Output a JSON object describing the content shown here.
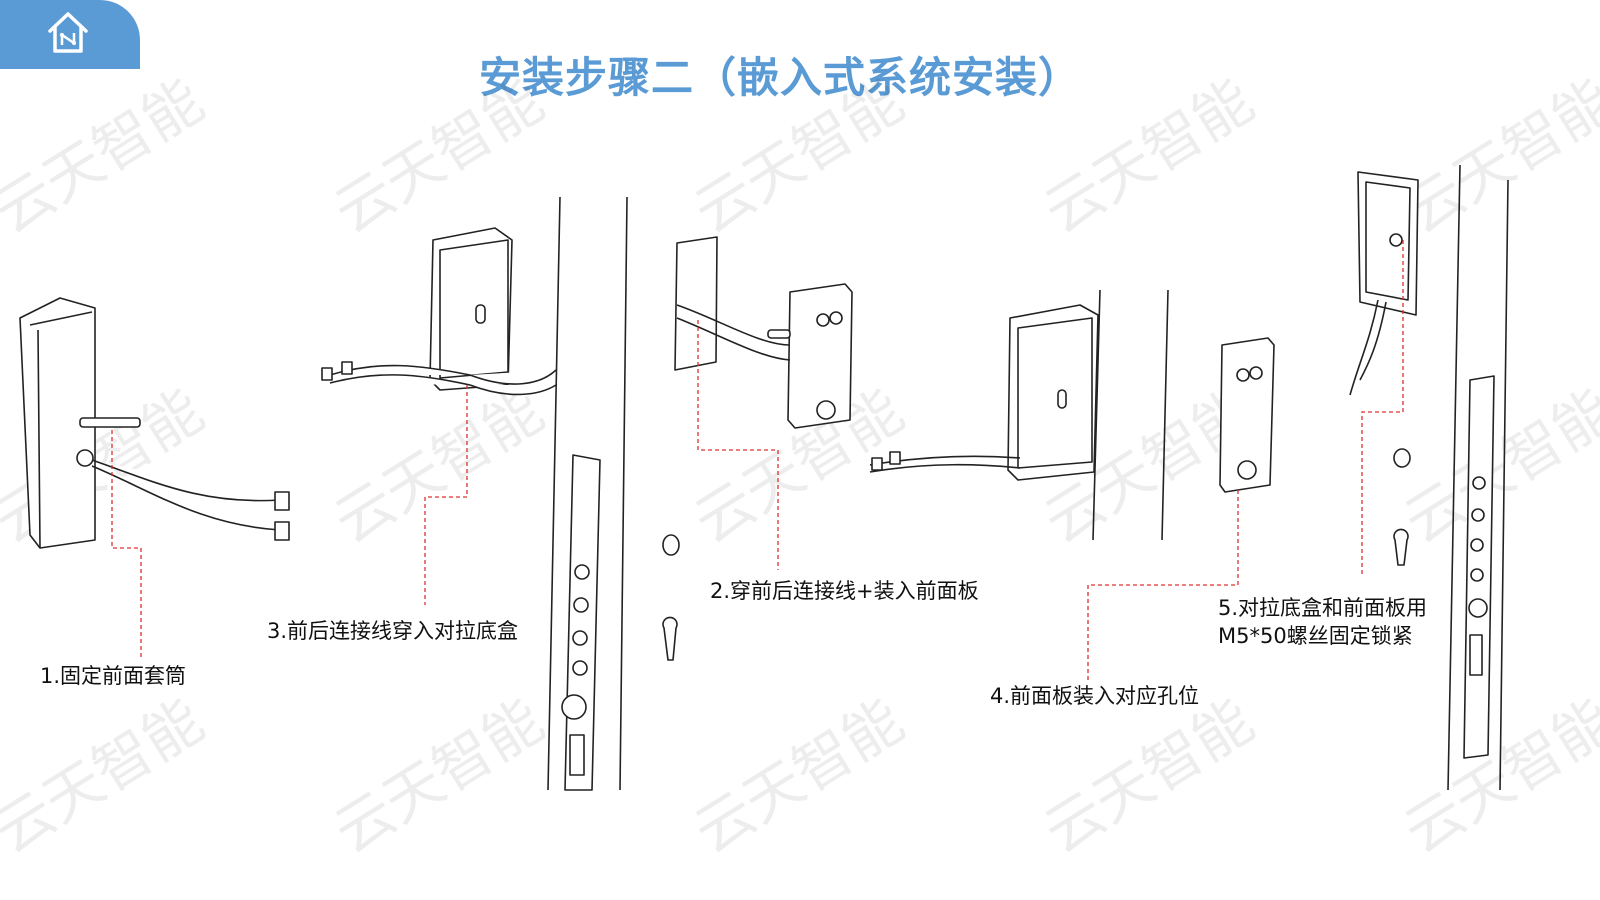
{
  "header": {
    "logo_icon": "smart-home-house-icon",
    "title": "安装步骤二（嵌入式系统安装）",
    "accent_color": "#5b9bd5"
  },
  "watermark": "云天智能",
  "steps": [
    {
      "label": "1.固定前面套筒"
    },
    {
      "label": "2.穿前后连接线+装入前面板"
    },
    {
      "label": "3.前后连接线穿入对拉底盒"
    },
    {
      "label": "4.前面板装入对应孔位"
    },
    {
      "label": "5.对拉底盒和前面板用",
      "label_line2": "M5*50螺丝固定锁紧"
    }
  ],
  "leader_color": "#e03030"
}
